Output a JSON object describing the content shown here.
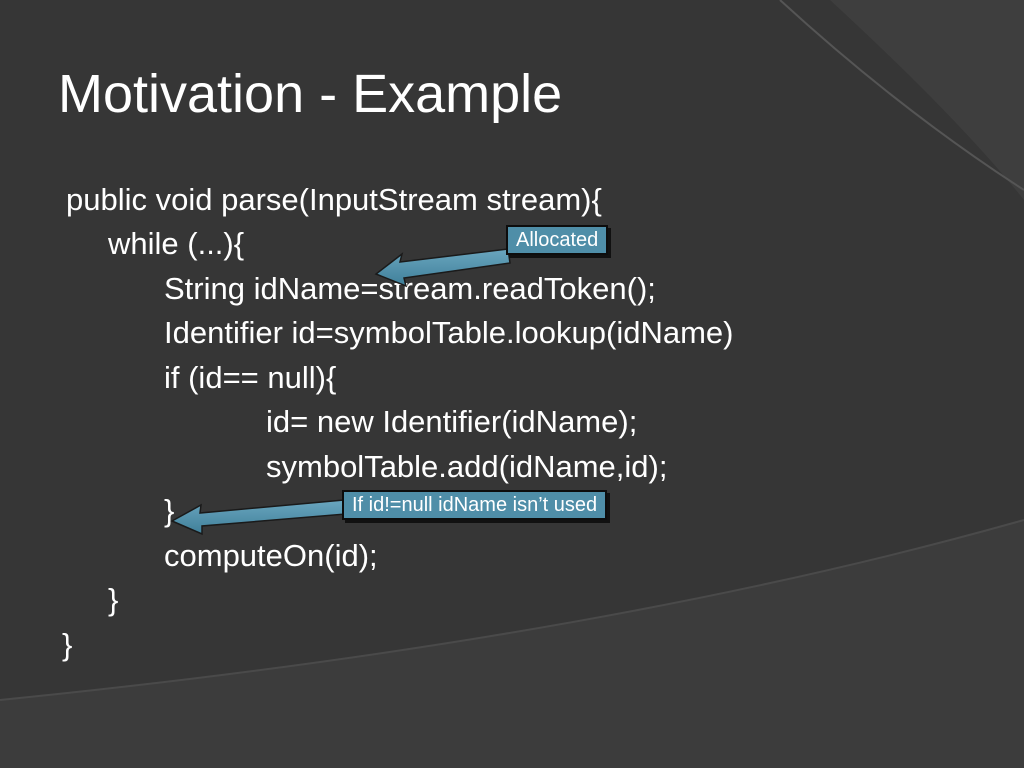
{
  "slide": {
    "title": "Motivation - Example",
    "code_lines": [
      "public void parse(InputStream stream){",
      "while (...){",
      "String idName=stream.readToken();",
      "Identifier id=symbolTable.lookup(idName)",
      "if (id== null){",
      "id= new Identifier(idName);",
      "symbolTable.add(idName,id);",
      "}",
      "computeOn(id);",
      "}",
      "}"
    ],
    "callouts": {
      "allocated": "Allocated",
      "unused": "If id!=null idName isn’t used"
    }
  },
  "colors": {
    "background": "#363636",
    "callout_fill": "#4f8ea8",
    "text": "#ffffff"
  }
}
